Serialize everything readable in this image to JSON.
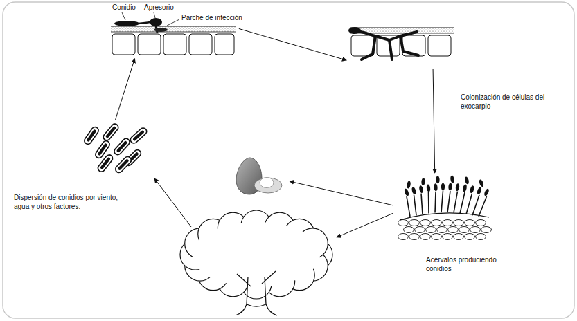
{
  "diagram": {
    "nodes": [
      {
        "text": [
          "Conidio",
          "Apresorio",
          "Parche de infección"
        ]
      },
      {
        "text": [
          "Colonización de células del exocarpio"
        ]
      },
      {
        "text": [
          "Acérvalos produciendo conidios"
        ]
      },
      {
        "text": [
          "Dispersión de conidios por viento, agua y otros factores."
        ]
      }
    ],
    "edges": [
      {
        "from": 0,
        "to": 1,
        "arrow": "to"
      },
      {
        "from": 1,
        "to": 2,
        "arrow": "to"
      },
      {
        "from": 3,
        "to": 0,
        "arrow": "to"
      }
    ]
  }
}
